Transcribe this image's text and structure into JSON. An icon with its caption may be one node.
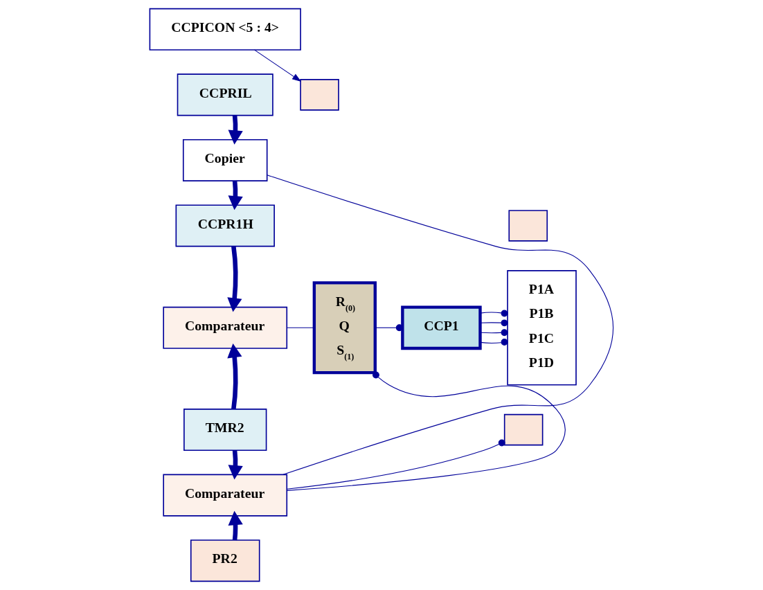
{
  "diagram": {
    "nodes": [
      {
        "text": [
          "CCPICON <5 : 4>"
        ]
      },
      {
        "text": [
          "CCPRIL"
        ]
      },
      {
        "text": [],
        "shape": "box"
      },
      {
        "text": [
          "Copier"
        ]
      },
      {
        "text": [
          "CCPR1H"
        ]
      },
      {
        "text": [],
        "shape": "box"
      },
      {
        "text": [
          "Comparateur"
        ]
      },
      {
        "text": [
          "TMR2"
        ]
      },
      {
        "text": [],
        "shape": "box"
      },
      {
        "text": [
          "Comparateur"
        ]
      },
      {
        "text": [
          "PR2"
        ]
      },
      {
        "text": [
          "R$_{(0)}$",
          "Q",
          "S$_{(1)}$"
        ]
      },
      {
        "text": [
          "CCP1"
        ]
      },
      {
        "text": [
          "P1A",
          "P1B",
          "P1C",
          "P1D"
        ]
      }
    ],
    "edges": [
      {
        "from": 0,
        "to": 2,
        "arrow": "to"
      },
      {
        "from": 1,
        "to": 3,
        "arrow": "to",
        "style": "thick"
      },
      {
        "from": 3,
        "to": 4,
        "arrow": "to",
        "style": "thick"
      },
      {
        "from": 4,
        "to": 6,
        "arrow": "to",
        "style": "thick"
      },
      {
        "from": 7,
        "to": 6,
        "arrow": "to",
        "style": "thick"
      },
      {
        "from": 7,
        "to": 9,
        "arrow": "to",
        "style": "thick"
      },
      {
        "from": 10,
        "to": 9,
        "arrow": "to",
        "style": "thick"
      },
      {
        "from": 9,
        "to": 8,
        "arrow": "other"
      },
      {
        "from": 9,
        "to": 3,
        "arrow": "none"
      },
      {
        "from": 9,
        "to": 11,
        "arrow": "other"
      },
      {
        "from": 6,
        "to": 11,
        "arrow": "none"
      },
      {
        "from": 11,
        "to": 12,
        "arrow": "other"
      },
      {
        "from": 12,
        "to": 13,
        "arrow": "other"
      },
      {
        "from": 12,
        "to": 13,
        "arrow": "other"
      },
      {
        "from": 12,
        "to": 13,
        "arrow": "other"
      },
      {
        "from": 12,
        "to": 13,
        "arrow": "other"
      }
    ]
  }
}
